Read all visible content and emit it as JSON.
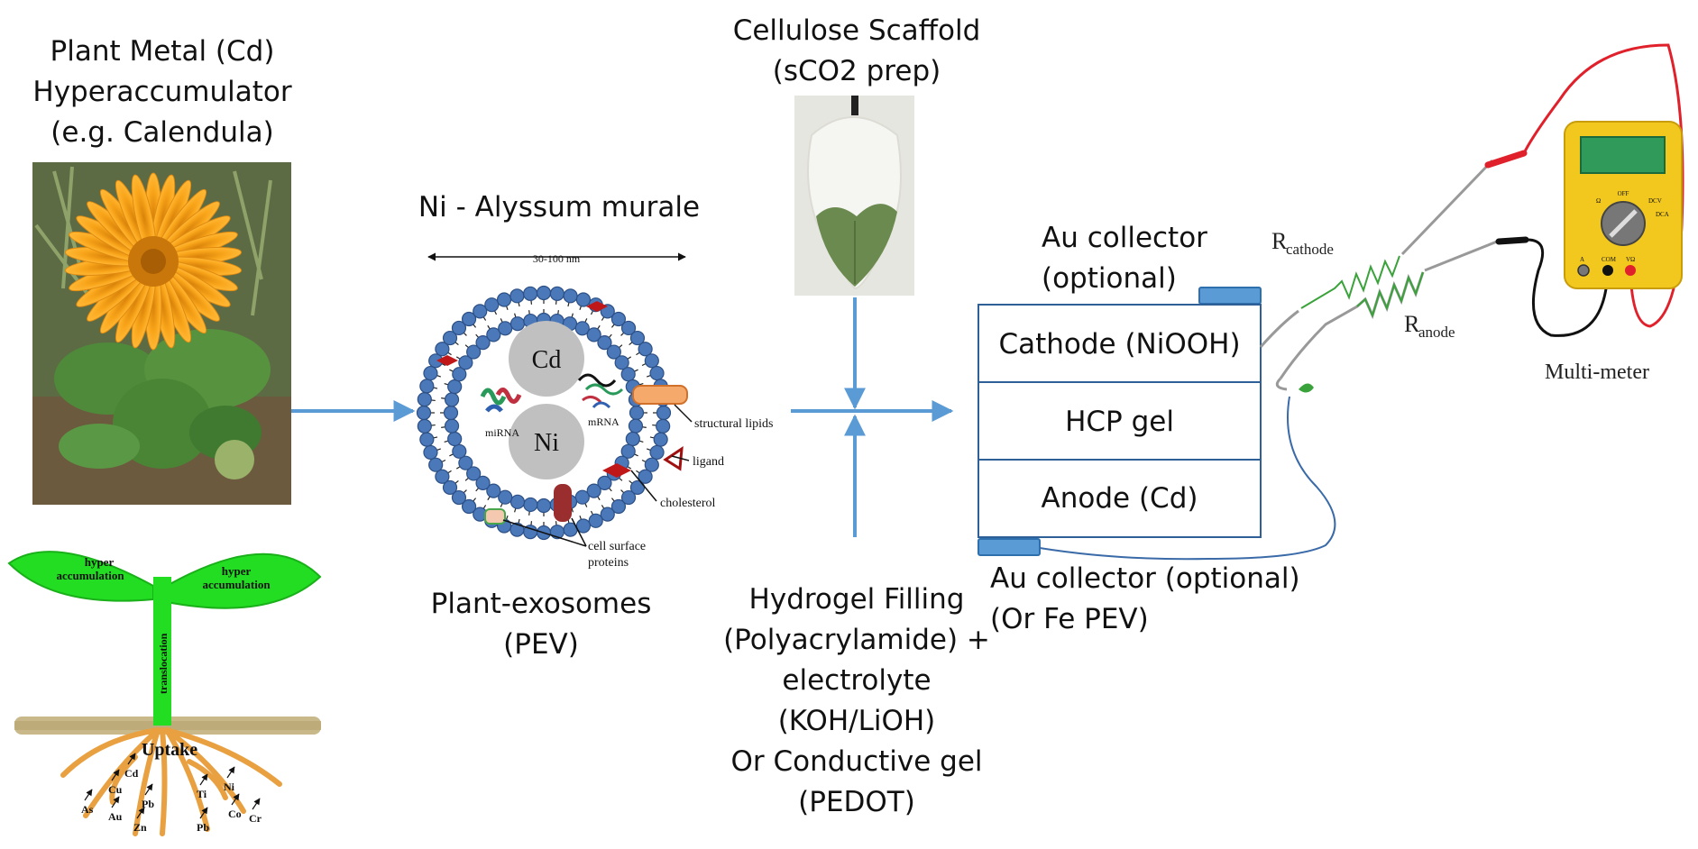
{
  "plant": {
    "title_lines": [
      "Plant Metal (Cd)",
      "Hyperaccumulator",
      "(e.g. Calendula)"
    ],
    "leaf_left_label": [
      "hyper",
      "accumulation"
    ],
    "leaf_right_label": [
      "hyper",
      "accumulation"
    ],
    "stem_label": "translocation",
    "root_label": "Uptake",
    "metals": [
      "As",
      "Cu",
      "Cd",
      "Au",
      "Zn",
      "Pb",
      "Pb",
      "Ti",
      "Ni",
      "Co",
      "Cr"
    ]
  },
  "exosome": {
    "title": "Ni  - Alyssum murale",
    "size_label": "30-100 nm",
    "cargo_top": "Cd",
    "cargo_bottom": "Ni",
    "mirna": "miRNA",
    "mrna": "mRNA",
    "structural": "structural lipids",
    "ligand": "ligand",
    "cholesterol": "cholesterol",
    "surface_proteins": [
      "cell surface",
      "proteins"
    ],
    "caption_lines": [
      "Plant-exosomes",
      "(PEV)"
    ]
  },
  "scaffold": {
    "title_lines": [
      "Cellulose Scaffold",
      "(sCO2 prep)"
    ]
  },
  "hydrogel": {
    "lines": [
      "Hydrogel Filling",
      "(Polyacrylamide) +",
      "electrolyte",
      "(KOH/LiOH)",
      "Or Conductive gel",
      "(PEDOT)"
    ]
  },
  "cell": {
    "top_collector": [
      "Au collector",
      "(optional)"
    ],
    "cathode": "Cathode (NiOOH)",
    "gel": "HCP gel",
    "anode": "Anode (Cd)",
    "bottom_collector": [
      "Au collector (optional)",
      "(Or Fe PEV)"
    ]
  },
  "circuit": {
    "r_cathode_main": "R",
    "r_cathode_sub": "cathode",
    "r_anode_main": "R",
    "r_anode_sub": "anode",
    "meter_label": "Multi-meter",
    "dial_labels": [
      "OFF",
      "DCV",
      "DCA",
      "Ω",
      "A",
      "COM",
      "VΩ"
    ]
  },
  "colors": {
    "arrow": "#5b9bd5",
    "cell_border": "#2e5f96",
    "leaf_green": "#22dd22",
    "root_orange": "#e8a040",
    "lipid_blue": "#4a78b8",
    "meter_yellow": "#f2c81e",
    "lead_red": "#e0202a",
    "resistor_green": "#3aa23a"
  }
}
